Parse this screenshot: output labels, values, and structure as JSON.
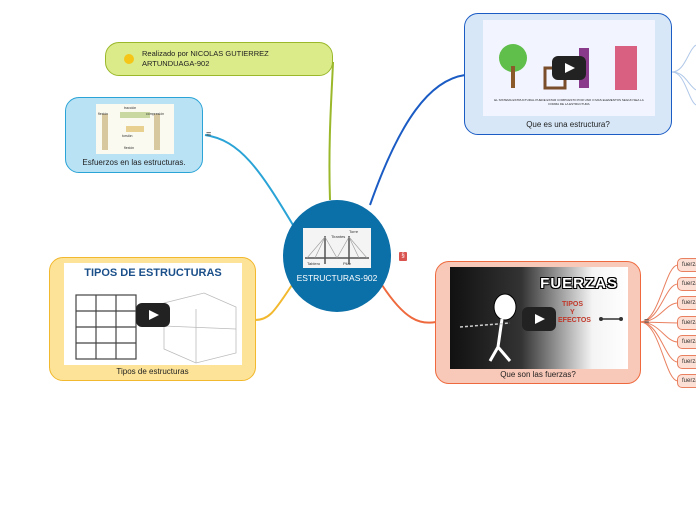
{
  "central": {
    "title": "ESTRUCTURAS-902",
    "diagram_labels": [
      "Torre",
      "Tirantes",
      "Tablero",
      "Pilar"
    ]
  },
  "author_note": {
    "icon": "smiley-icon",
    "text": "Realizado por NICOLAS GUTIERREZ ARTUNDUAGA-902"
  },
  "esfuerzos": {
    "caption": "Esfuerzos en las estructuras.",
    "image_labels": [
      "flexión",
      "tracción",
      "compresión",
      "torsión",
      "flexión"
    ]
  },
  "que_es": {
    "caption": "Que es una estructura?",
    "image_text": "EL SISTEMA ESTRUCTURAL PUEDE ESTAR COMPUESTO POR UNO O MAS ELEMENTOS SEGUN SEA LA FORMA DE LA ESTRUCTURA"
  },
  "tipos": {
    "caption": "Tipos de estructuras",
    "image_title": "TIPOS DE ESTRUCTURAS"
  },
  "fuerzas": {
    "caption": "Que son las fuerzas?",
    "image_title": "FUERZAS",
    "image_sub1": "TIPOS",
    "image_sub2": "Y",
    "image_sub3": "EFECTOS"
  },
  "subtopics": [
    "fuerza",
    "fuerza",
    "fuerza",
    "fuerza",
    "fuerza",
    "fuerza",
    "fuerza"
  ],
  "colors": {
    "central": "#0b6fa8",
    "author": "#dbeb8a",
    "esfuerzos": "#b9e2f5",
    "que_es": "#d7e7f7",
    "tipos": "#fde397",
    "fuerzas": "#f8c8b8"
  }
}
